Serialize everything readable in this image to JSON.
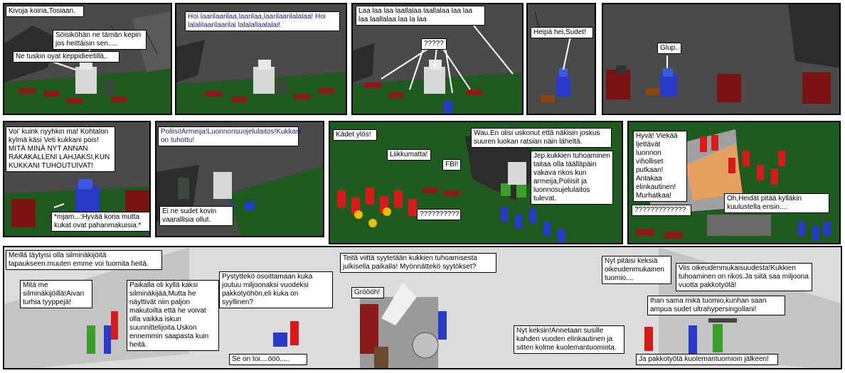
{
  "panels": [
    {
      "id": "p1",
      "bubbles": [
        "Kivoja koiria,Tosiaan.",
        "Söisiköhän ne tämän kepin jos heittäisin sen.....",
        "Ne tuskin oyat keppidieetillä.."
      ]
    },
    {
      "id": "p2",
      "bubbles": [
        "Hoi laarilaarilaa,laarilaa,laarilaarilalalaa! Hoi lalalilaarilaarilai lalalallaalalai!"
      ]
    },
    {
      "id": "p3",
      "bubbles": [
        "Laa laa laa laallalaa laallalaa laa laa laa laallalaa laa la laa",
        "?????"
      ]
    },
    {
      "id": "p4",
      "bubbles": [
        "Heipä hei,Sudet!"
      ]
    },
    {
      "id": "p5",
      "bubbles": [
        "Glup.."
      ]
    },
    {
      "id": "p6",
      "bubbles": [
        "Voi' kuink nyyhkin ma! Kohtalon kylmä käsi Veti kukkani pois! MITÄ MINÄ NYT ANNAN RAKAKALLENI LAHJAKSI,KUN KUKKANI TUHOUTUIVAT!",
        "*mjam...:Hyvää koria mutta kukat ovat pahanmakuisia.*"
      ]
    },
    {
      "id": "p7",
      "bubbles": [
        "Poliisi!Armeija!Luonnonsuojelulaitos!Kukkani on tuhottu!",
        "Ei ne sudet kovin vaarallisia ollut."
      ]
    },
    {
      "id": "p8",
      "bubbles": [
        "Kädet ylös!",
        "Wau.En olisi uskonut että näkisin joskus suuren luokan ratsian näin läheltä.",
        "Liikkumatta!",
        "FBI!",
        "Jep.kukkien tuhoaminen taitaa olla täälläpäin vakava rikos kun armeija,Poliisit ja luonnosujelulaitos tulevat.",
        "??????????"
      ]
    },
    {
      "id": "p9",
      "bubbles": [
        "Hyvä! Viekää ljettävät luonnon viholliset putkaan! Antakaa elinkautinen! Murhatkaa!",
        "Oh,Heidät pitää kylläkin kuulustella ensin....",
        "?????????????"
      ]
    },
    {
      "id": "p10",
      "bubbles": [
        "Meillä täytyisi olla silminäkijöitä tapaukseen.muuten emme voi tuomita heitä.",
        "Mitä me silminäkijöillä!Aivan turhia tyyppejä!",
        "Paikalla oli kyllä kaksi silminäkijää,Mutta he näyttivät niin paljon makutoilta että he voivat olla vaikka iskun suunnittelijoita.Uskon ennemmin saapasta kuin heitä.",
        "Pystyttekö osoittamaan kuka joutuu miljoonaksi vuodeksi pakkotyöhön,eli kuka on syyllinen?",
        "Teitä viittä syytetään kukkien tuhoamisesta julkisella paikalla! Myönnättekö syytökset?",
        "Gröööh!",
        "Se on toi....ööö.....",
        "Nyt pitäisi keksiä oikeudenmukainen tuomio....",
        "Viis oikeudenmukaisuudesta!Kukkien tuhoaminen on rikos.Ja siitä saa miljoona vuotta pakkotyötä!",
        "Ihan sama mikä tuomio,kunhan saan ampua sudet ultrahypersingollani!",
        "Nyt keksin!Annetaan susille kahden vuoden elinkautinen ja sitten kolme kuolemantuomiota.",
        "Ja pakkotyötä kuolemantuomioin jälkeen!"
      ]
    }
  ]
}
